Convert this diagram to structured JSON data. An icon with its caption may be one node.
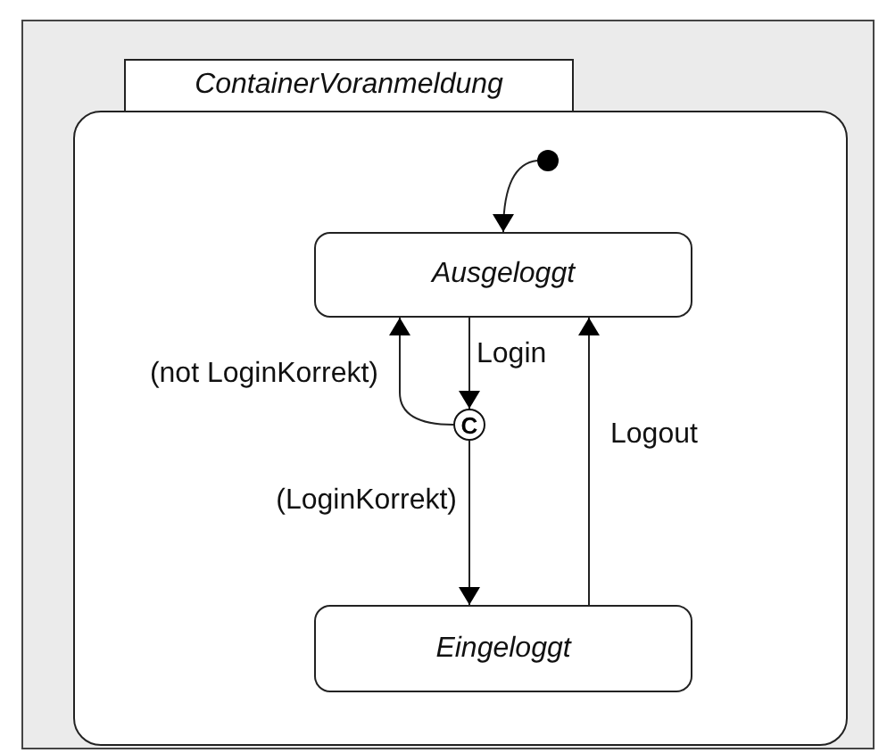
{
  "diagram": {
    "nodes": [
      {
        "text": [
          "ContainerVoranmeldung"
        ]
      },
      {
        "text": [],
        "shape": "circle",
        "in": 0
      },
      {
        "text": [
          "Ausgeloggt"
        ],
        "in": 0
      },
      {
        "text": [
          "C"
        ],
        "in": 0
      },
      {
        "text": [
          "Eingeloggt"
        ],
        "in": 0
      }
    ],
    "edges": [
      {
        "from": 1,
        "to": 2,
        "arrow": "to"
      },
      {
        "from": 2,
        "to": 3,
        "arrow": "to",
        "label": "Login"
      },
      {
        "from": 3,
        "to": 2,
        "arrow": "to",
        "label": "(not LoginKorrekt)"
      },
      {
        "from": 3,
        "to": 4,
        "arrow": "to",
        "label": "(LoginKorrekt)"
      },
      {
        "from": 4,
        "to": 2,
        "arrow": "to",
        "label": "Logout"
      }
    ]
  }
}
